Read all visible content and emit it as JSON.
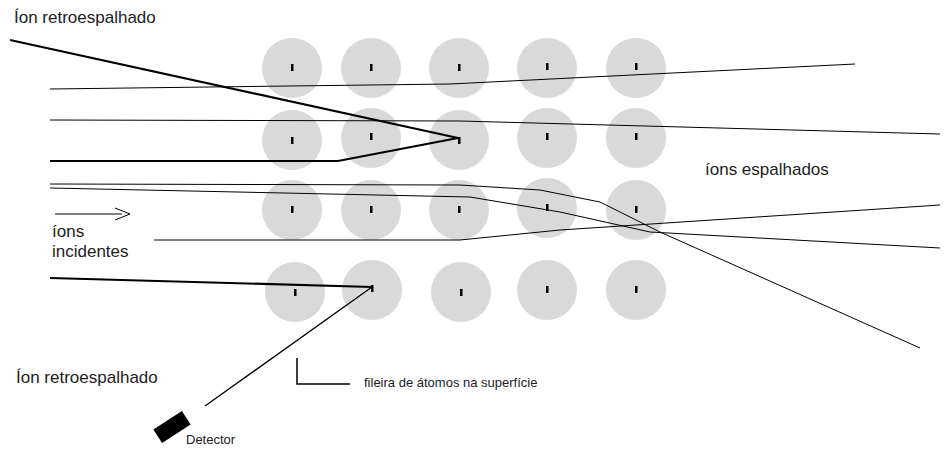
{
  "diagram": {
    "labels": [
      "Íon retroespalhado",
      "íons espalhados",
      "íons incidentes",
      "Íon retroespalhado",
      "fileira de átomos na superfície",
      "Detector"
    ]
  }
}
